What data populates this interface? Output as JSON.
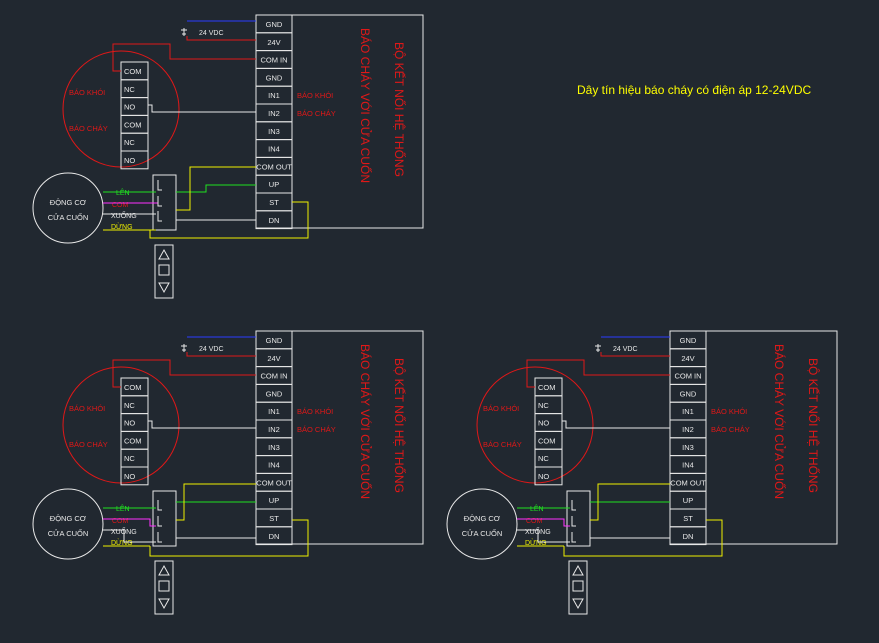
{
  "title": "Dây tín hiệu báo cháy có điện áp 12-24VDC",
  "colors": {
    "background": "#212830",
    "white": "#e8e8e8",
    "red": "#e01818",
    "yellow": "#f0f000",
    "green": "#20e020",
    "blue": "#2a3cff",
    "magenta": "#ff30ff",
    "title": "#ffff00"
  },
  "supply_label": "24 VDC",
  "terminals": [
    "GND",
    "24V",
    "COM IN",
    "GND",
    "IN1",
    "IN2",
    "IN3",
    "IN4",
    "COM OUT",
    "UP",
    "ST",
    "DN"
  ],
  "box_text_1": "BỘ KẾT NỐI HỆ THỐNG",
  "box_text_2": "BÁO CHÁY VỚI CỬA CUỐN",
  "in_labels": [
    "BÁO KHÓI",
    "BÁO CHÁY"
  ],
  "detector_terminals": [
    "COM",
    "NC",
    "NO",
    "COM",
    "NC",
    "NO"
  ],
  "detector_labels": [
    "BÁO KHÓI",
    "BÁO CHÁY"
  ],
  "motor_label_1": "ĐỘNG CƠ",
  "motor_label_2": "CỬA CUỐN",
  "wire_labels": [
    "LÊN",
    "COM",
    "XUỐNG",
    "DỪNG"
  ],
  "remote_icons": [
    "up-triangle-icon",
    "stop-square-icon",
    "down-triangle-icon"
  ]
}
